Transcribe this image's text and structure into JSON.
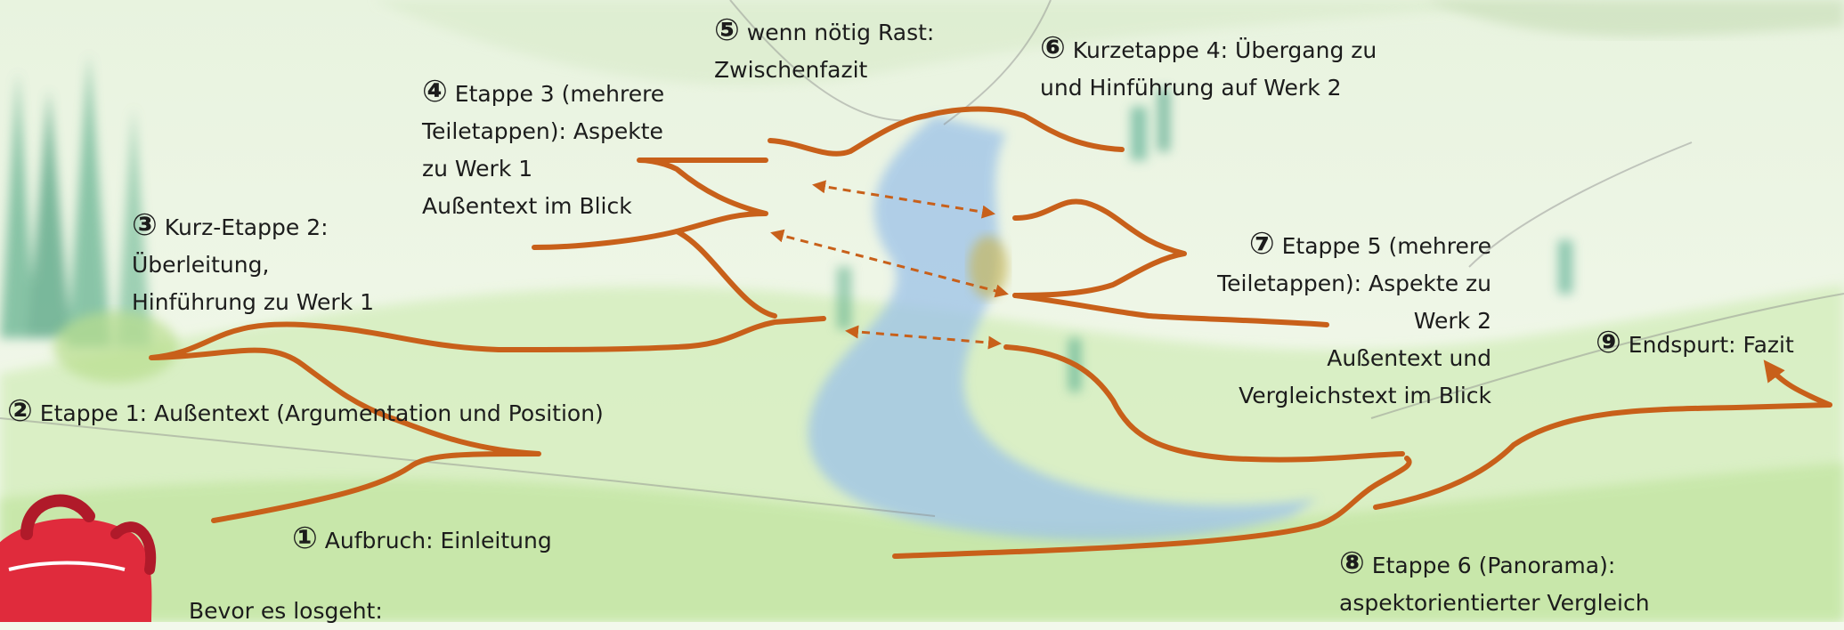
{
  "labels": {
    "l1": {
      "num": "①",
      "lines": [
        "Aufbruch: Einleitung"
      ]
    },
    "l2": {
      "num": "②",
      "lines": [
        "Etappe 1: Außentext (Argumentation und Position)"
      ]
    },
    "l3": {
      "num": "③",
      "lines": [
        "Kurz-Etappe 2:",
        "Überleitung,",
        "Hinführung zu Werk 1"
      ]
    },
    "l4": {
      "num": "④",
      "lines": [
        "Etappe 3 (mehrere",
        "Teiletappen): Aspekte",
        "zu Werk 1",
        "Außentext im Blick"
      ]
    },
    "l5": {
      "num": "⑤",
      "lines": [
        "wenn nötig Rast:",
        "Zwischenfazit"
      ]
    },
    "l6": {
      "num": "⑥",
      "lines": [
        "Kurzetappe 4: Übergang zu",
        "und Hinführung auf Werk 2"
      ]
    },
    "l7": {
      "num": "⑦",
      "lines": [
        "Etappe 5 (mehrere",
        "Teiletappen): Aspekte zu",
        "Werk 2",
        "Außentext und",
        "Vergleichstext im Blick"
      ]
    },
    "l8": {
      "num": "⑧",
      "lines": [
        "Etappe 6 (Panorama):",
        "aspektorientierter Vergleich"
      ]
    },
    "l9": {
      "num": "⑨",
      "lines": [
        "Endspurt: Fazit"
      ]
    },
    "intro": {
      "lines": [
        "Bevor es losgeht:"
      ]
    }
  },
  "colors": {
    "path": "#c8601a",
    "river": "#9cc2e8",
    "meadow": "#d4ecb8",
    "backpack": "#e02b3c"
  },
  "icons": [
    "backpack-icon"
  ]
}
